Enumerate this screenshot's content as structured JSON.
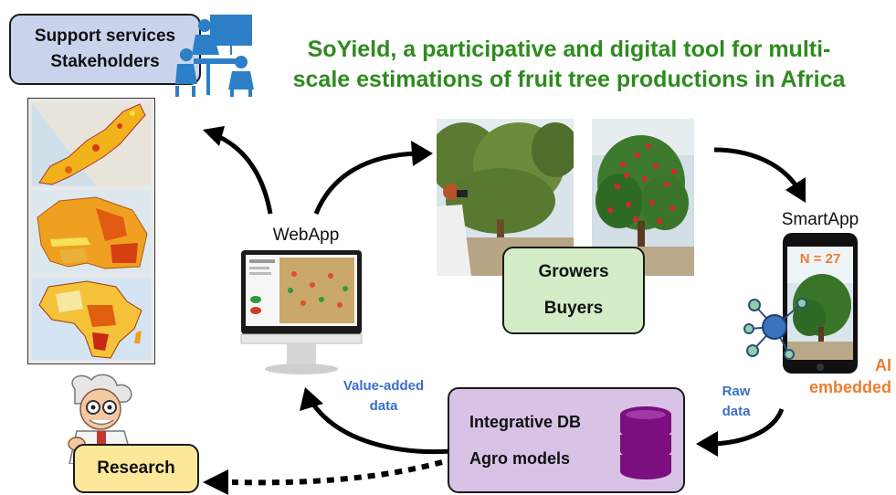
{
  "title": {
    "line1": "SoYield, a participative and digital tool for multi-",
    "line2": "scale estimations of fruit tree productions in Africa"
  },
  "support_box": {
    "line1": "Support services",
    "line2": "Stakeholders"
  },
  "webapp_label": "WebApp",
  "smartapp_label": "SmartApp",
  "growers_box": {
    "line1": "Growers",
    "line2": "Buyers"
  },
  "phone_count": "N = 27",
  "ai_label": {
    "line1": "AI",
    "line2": "embedded"
  },
  "raw_data_label": {
    "line1": "Raw",
    "line2": "data"
  },
  "value_added_label": {
    "line1": "Value-added",
    "line2": "data"
  },
  "db_box": {
    "line1": "Integrative DB",
    "line2": "Agro models"
  },
  "research_box": "Research",
  "colors": {
    "title_green": "#2e8b1f",
    "support_fill": "#c9d3ec",
    "growers_fill": "#d4ecc7",
    "db_fill": "#d8c2e6",
    "research_fill": "#fde89a",
    "blue_text": "#3a6fc4",
    "orange_text": "#ec7d31",
    "db_icon": "#7b0f7f"
  },
  "icons": [
    "meeting-icon",
    "database-icon",
    "network-icon",
    "scientist-icon",
    "map-icon",
    "tree-photo-icon"
  ]
}
